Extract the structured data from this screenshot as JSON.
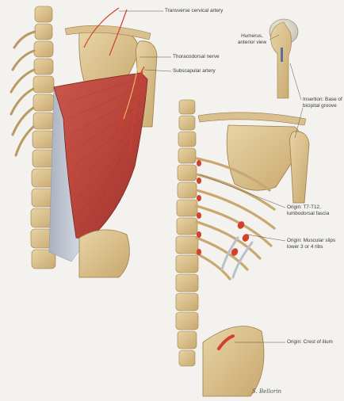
{
  "labels": {
    "transverse_cervical_artery": "Transverse cervical artery",
    "thoracodorsal_nerve": "Thoracodorsal nerve",
    "subscapular_artery": "Subscapular artery",
    "humerus_view": [
      "Humerus,",
      "anterior view"
    ],
    "insertion": [
      "Insertion: Base of",
      "bicipital groove"
    ],
    "origin_vertebrae": [
      "Origin: T7-T12,",
      "lumbodorsal fascia"
    ],
    "origin_ribs": [
      "Origin: Muscular slips",
      "lower 3 or 4 ribs"
    ],
    "origin_ilium": "Origin: Crest of ilium"
  },
  "signature": "S. Bellorin",
  "colors": {
    "background": "#f3f2ee",
    "bone": "#d9c08e",
    "bone_shadow": "#b89a62",
    "muscle": "#b8433a",
    "muscle_dark": "#8e2d27",
    "fascia": "#b9c0cc",
    "artery": "#d2402e",
    "leader_line": "#555555"
  }
}
